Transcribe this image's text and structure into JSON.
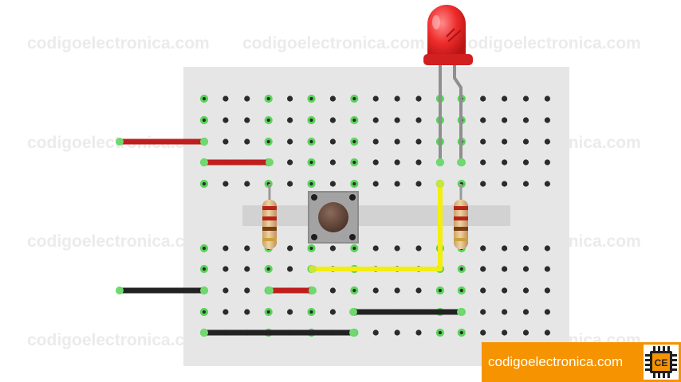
{
  "watermark": {
    "text": "codigoelectronica.com"
  },
  "brand": {
    "text": "codigoelectronica.com",
    "logo_letters": "CE"
  },
  "colors": {
    "board": "#e6e6e6",
    "hole": "#2b2b2b",
    "hole_active": "#5bd35b",
    "wire_red": "#c01d1d",
    "wire_black": "#222222",
    "wire_yellow": "#f2ee10",
    "led": "#ee2b2b",
    "brand_bg": "#f59300"
  },
  "components": {
    "led": "red-led",
    "button": "push-button",
    "resistors": [
      "resistor-left",
      "resistor-right"
    ],
    "wires": [
      "red-wire",
      "red-wire",
      "red-wire",
      "black-wire",
      "black-wire",
      "black-wire",
      "yellow-wire"
    ]
  }
}
